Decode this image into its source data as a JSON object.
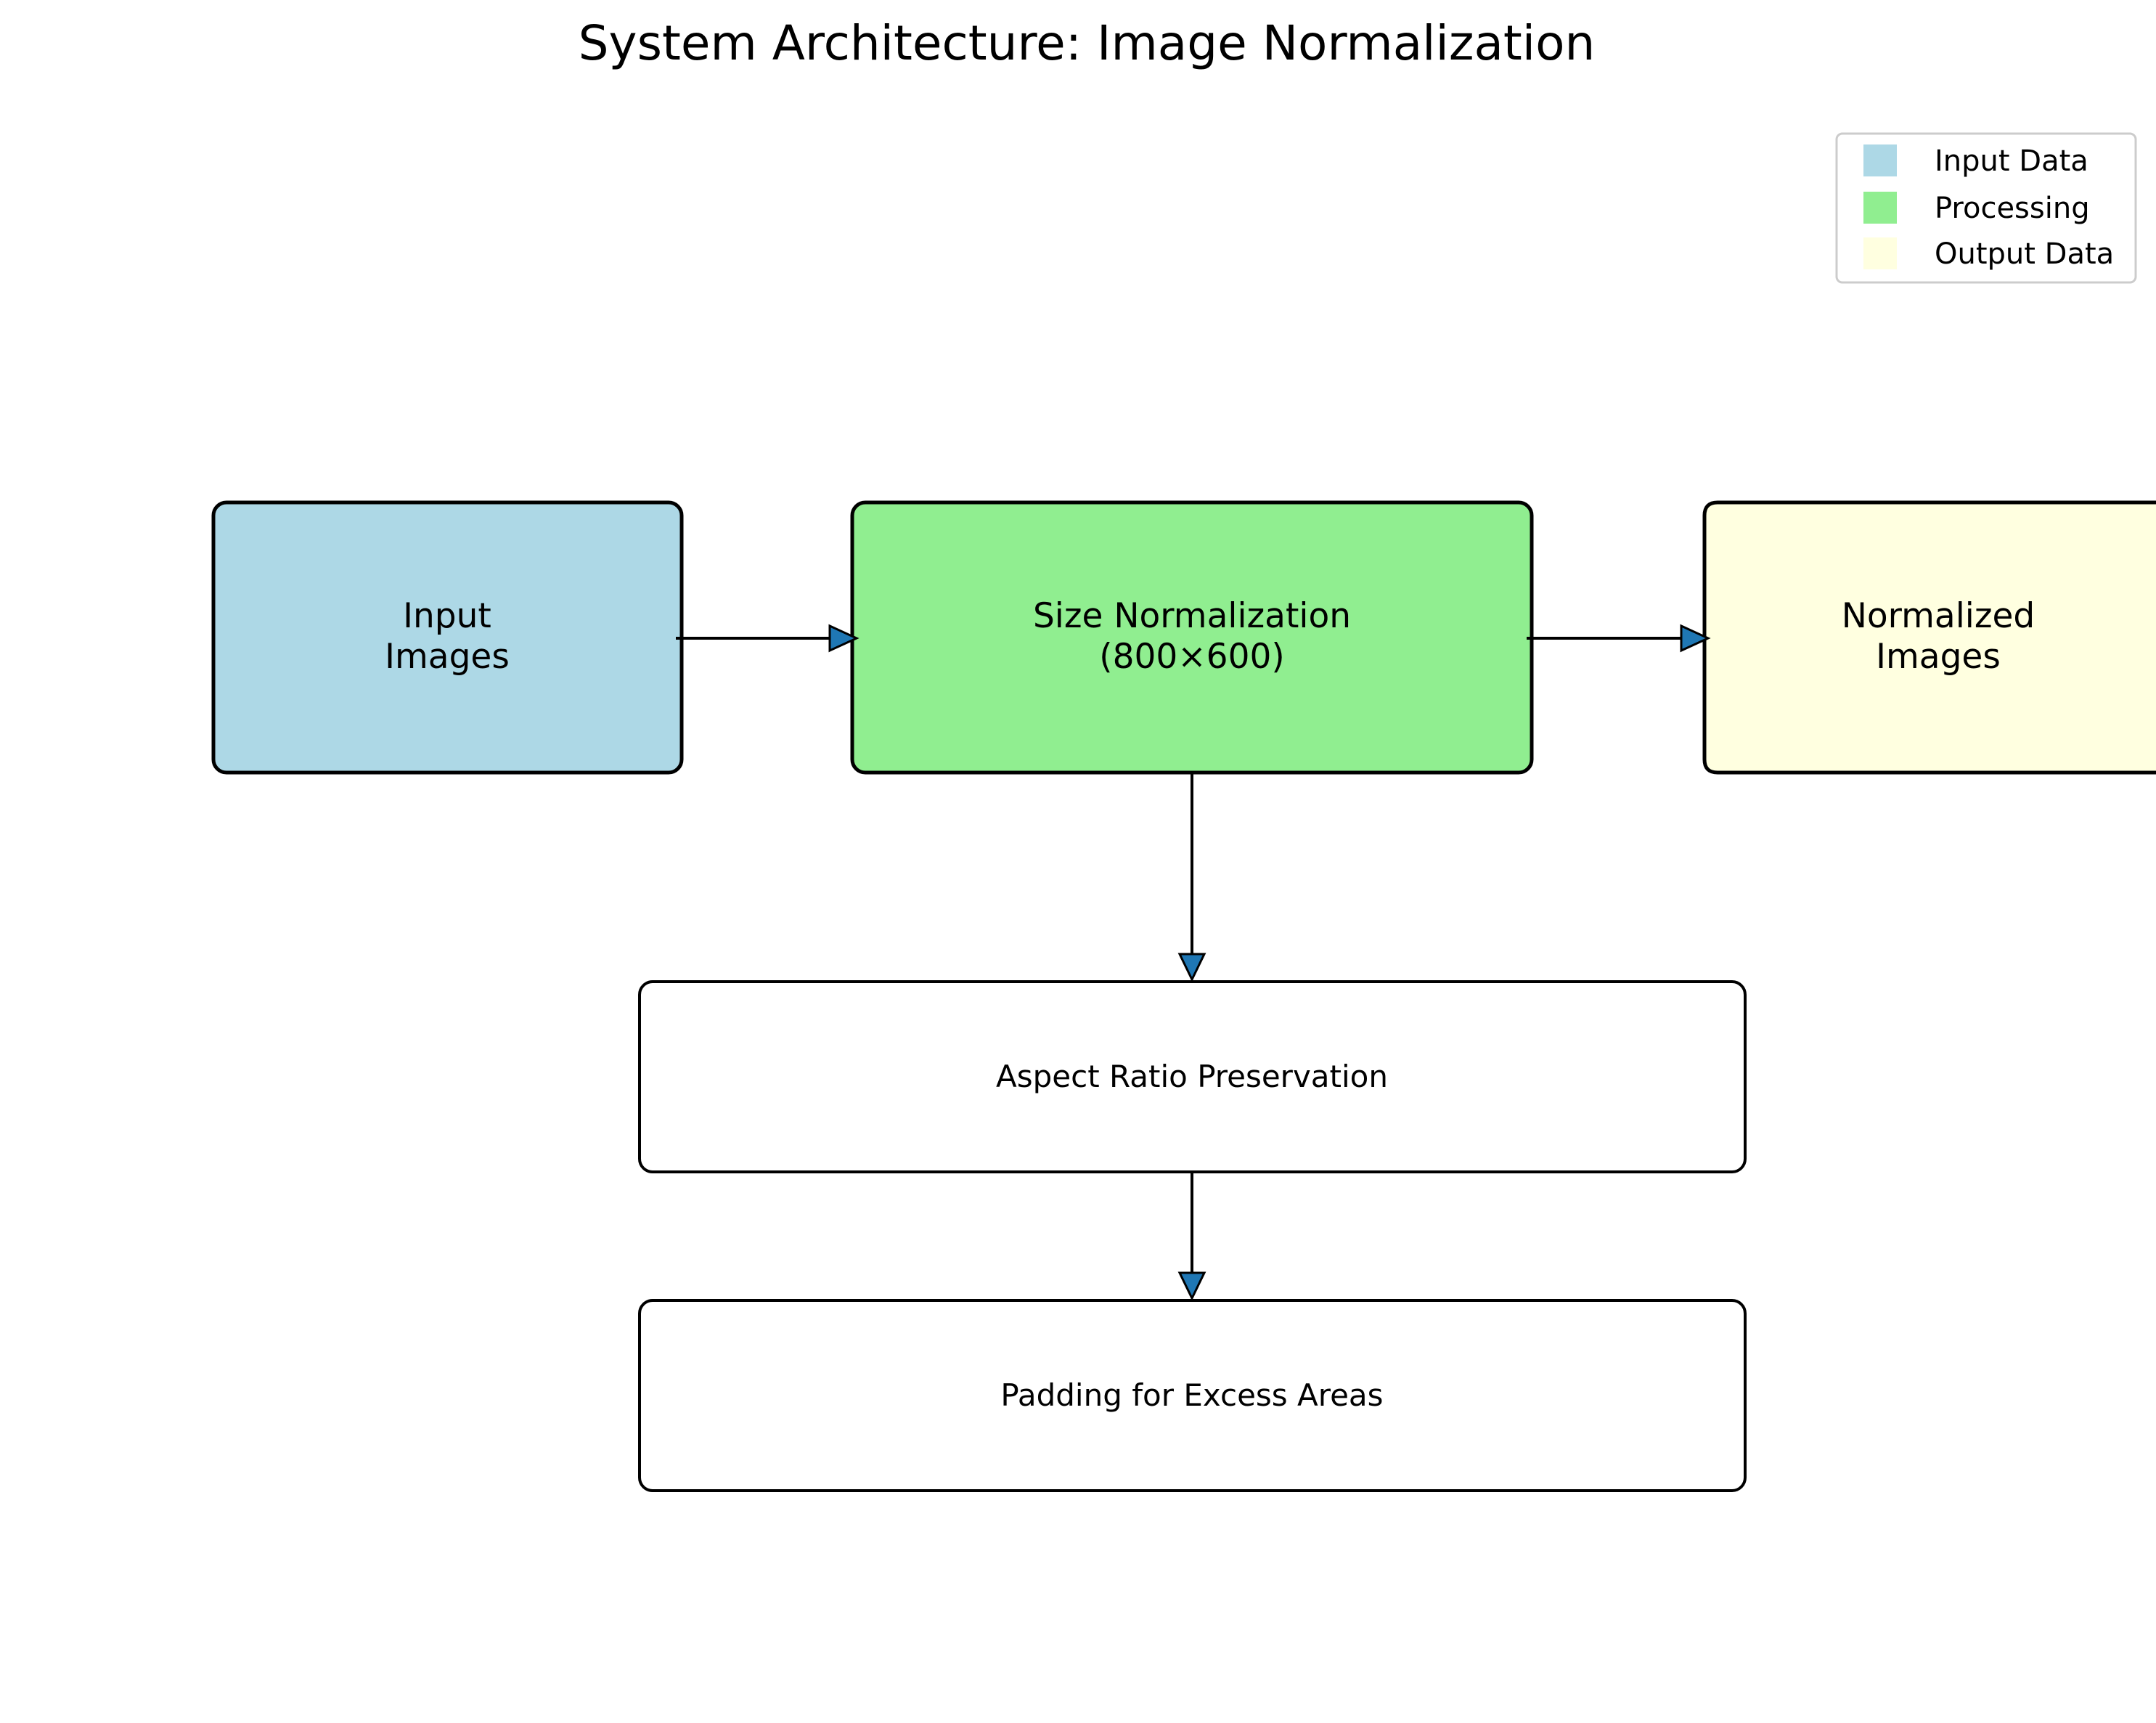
{
  "title": "System Architecture: Image Normalization",
  "colors": {
    "input_data": "#add8e6",
    "processing": "#90ee90",
    "output_data": "#ffffe0",
    "plain": "#ffffff",
    "arrow": "#1f77b4",
    "stroke": "#000000"
  },
  "nodes": {
    "input_images": {
      "line1": "Input",
      "line2": "Images"
    },
    "size_normalization": {
      "line1": "Size Normalization",
      "line2": "(800×600)"
    },
    "normalized_images": {
      "line1": "Normalized",
      "line2": "Images"
    },
    "aspect_ratio": {
      "label": "Aspect Ratio Preservation"
    },
    "padding": {
      "label": "Padding for Excess Areas"
    }
  },
  "legend": {
    "placement": "top-right",
    "items": [
      {
        "label": "Input Data",
        "color": "#add8e6"
      },
      {
        "label": "Processing",
        "color": "#90ee90"
      },
      {
        "label": "Output Data",
        "color": "#ffffe0"
      }
    ]
  }
}
